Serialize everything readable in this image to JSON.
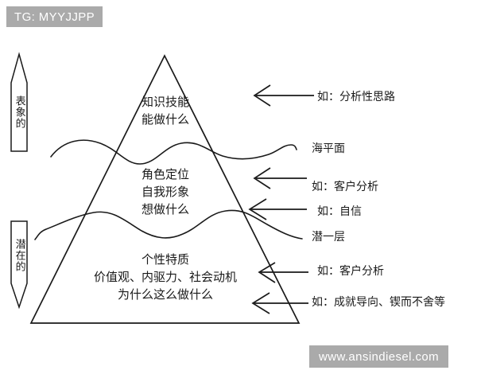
{
  "watermarks": {
    "top_left": "TG: MYYJJPP",
    "bottom_right": "www.ansindiesel.com",
    "chip_color": "#aaaaaa",
    "chip_text_color": "#ffffff"
  },
  "side_arrows": {
    "upper": {
      "label": "表象的",
      "direction": "up"
    },
    "lower": {
      "label": "潜在的",
      "direction": "down"
    }
  },
  "pyramid": {
    "tiers": [
      {
        "id": "surface",
        "lines": [
          "知识技能",
          "能做什么"
        ]
      },
      {
        "id": "middle",
        "lines": [
          "角色定位",
          "自我形象",
          "想做什么"
        ]
      },
      {
        "id": "deep",
        "lines": [
          "个性特质",
          "价值观、内驱力、社会动机",
          "为什么这么做什么"
        ]
      }
    ]
  },
  "waterlines": {
    "sea_level_label": "海平面",
    "sub_layer_label": "潜一层"
  },
  "annotations": [
    {
      "id": "a1",
      "text": "如：分析性思路",
      "arrow": true
    },
    {
      "id": "a2",
      "text": "如：客户分析",
      "arrow": true
    },
    {
      "id": "a3",
      "text": "如：自信",
      "arrow": true
    },
    {
      "id": "a4",
      "text": "如：客户分析",
      "arrow": true
    },
    {
      "id": "a5",
      "text": "如：成就导向、锲而不舍等",
      "arrow": true
    }
  ],
  "style": {
    "ink": "#1a1a1a",
    "background": "#ffffff"
  }
}
